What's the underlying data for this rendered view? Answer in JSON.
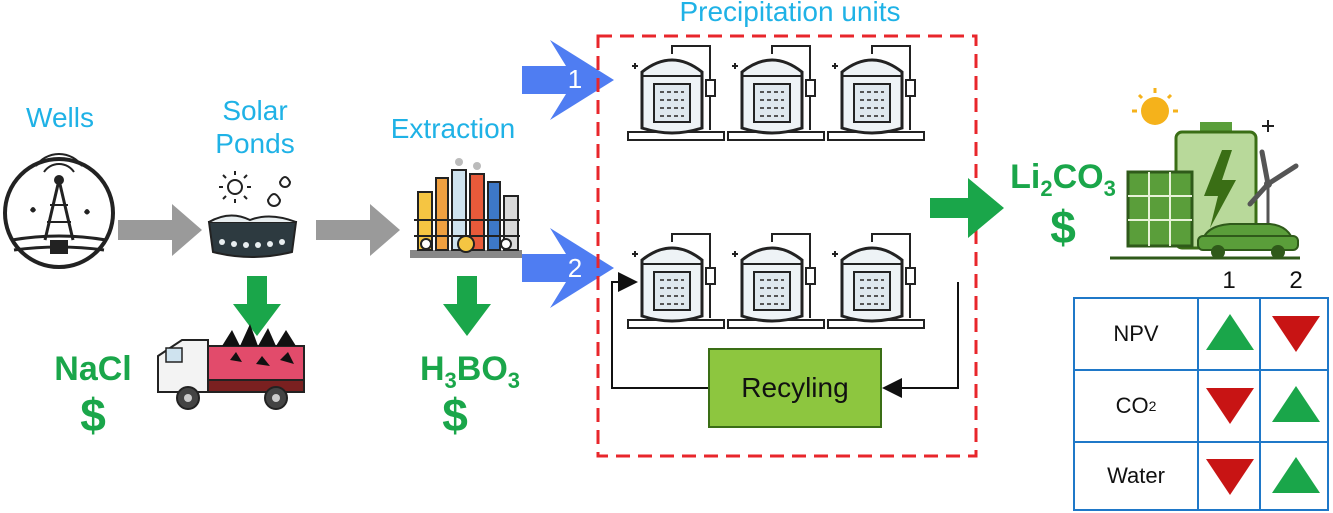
{
  "labels": {
    "wells": "Wells",
    "solar_ponds": "Solar\nPonds",
    "extraction": "Extraction",
    "precipitation": "Precipitation units",
    "recycling": "Recyling"
  },
  "products": {
    "nacl": "NaCl",
    "h3bo3": {
      "a": "H",
      "b": "3",
      "c": "BO",
      "d": "3"
    },
    "li2co3": {
      "a": "Li",
      "b": "2",
      "c": "CO",
      "d": "3"
    },
    "dollar": "$"
  },
  "routes": {
    "route1": "1",
    "route2": "2"
  },
  "comparison": {
    "headers": [
      "1",
      "2"
    ],
    "rows": [
      {
        "label": "NPV",
        "label_main": "NPV",
        "label_sub": "",
        "route1": "up",
        "route2": "down"
      },
      {
        "label": "CO2",
        "label_main": "CO",
        "label_sub": "2",
        "route1": "down",
        "route2": "up"
      },
      {
        "label": "Water",
        "label_main": "Water",
        "label_sub": "",
        "route1": "down",
        "route2": "up"
      }
    ]
  },
  "colors": {
    "label_blue": "#1fb2e6",
    "product_green": "#1aa64a",
    "flow_gray": "#9a9a9a",
    "route_blue": "#4f7df2",
    "boundary_red": "#e8262b",
    "recycle_fill": "#8dc63f",
    "table_border": "#1f78c8",
    "up_green": "#1aa64a",
    "down_red": "#c81414"
  },
  "icons": [
    "oil-well-icon",
    "solar-pond-icon",
    "extraction-plant-icon",
    "reactor-tank-icon",
    "salt-truck-icon",
    "solar-battery-ev-icon"
  ]
}
